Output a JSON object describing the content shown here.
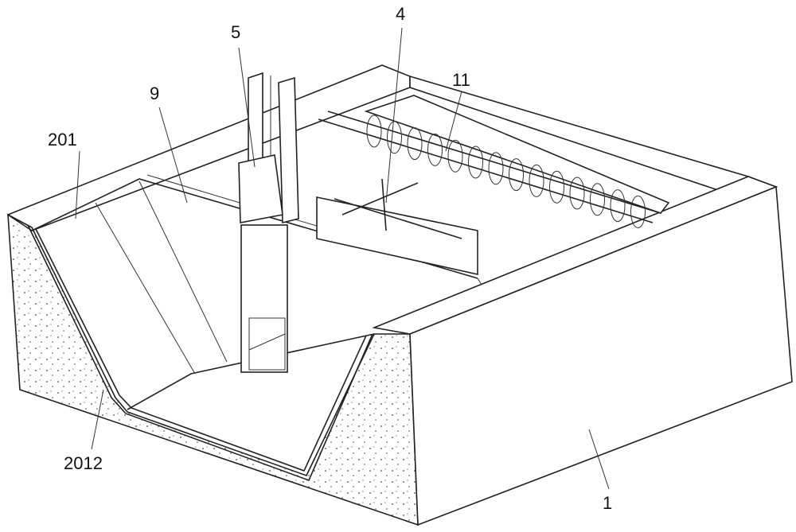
{
  "figure": {
    "labels": {
      "l5": "5",
      "l4": "4",
      "l11": "11",
      "l9": "9",
      "l201": "201",
      "l2012": "2012",
      "l1": "1"
    }
  }
}
